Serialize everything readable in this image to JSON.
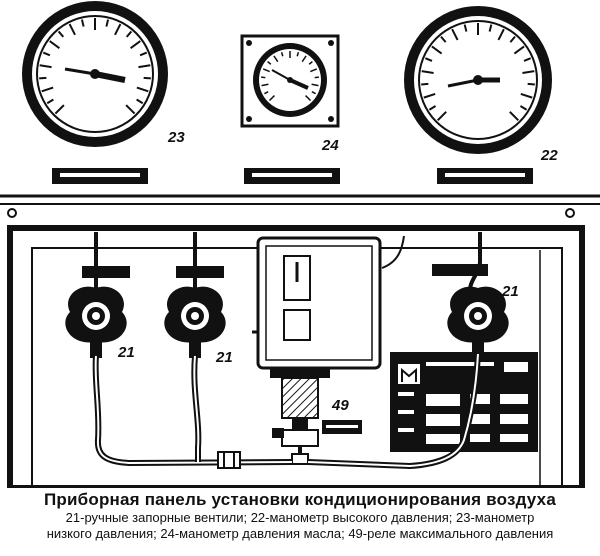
{
  "labels": {
    "gauge_left": "23",
    "gauge_center": "24",
    "gauge_right": "22",
    "valve_1": "21",
    "valve_2": "21",
    "valve_3": "21",
    "relay": "49"
  },
  "caption": {
    "title": "Приборная панель установки кондиционирования воздуха",
    "line1": "21-ручные запорные вентили; 22-манометр высокого давления; 23-манометр",
    "line2": "низкого давления; 24-манометр давления масла; 49-реле максимального давления"
  }
}
